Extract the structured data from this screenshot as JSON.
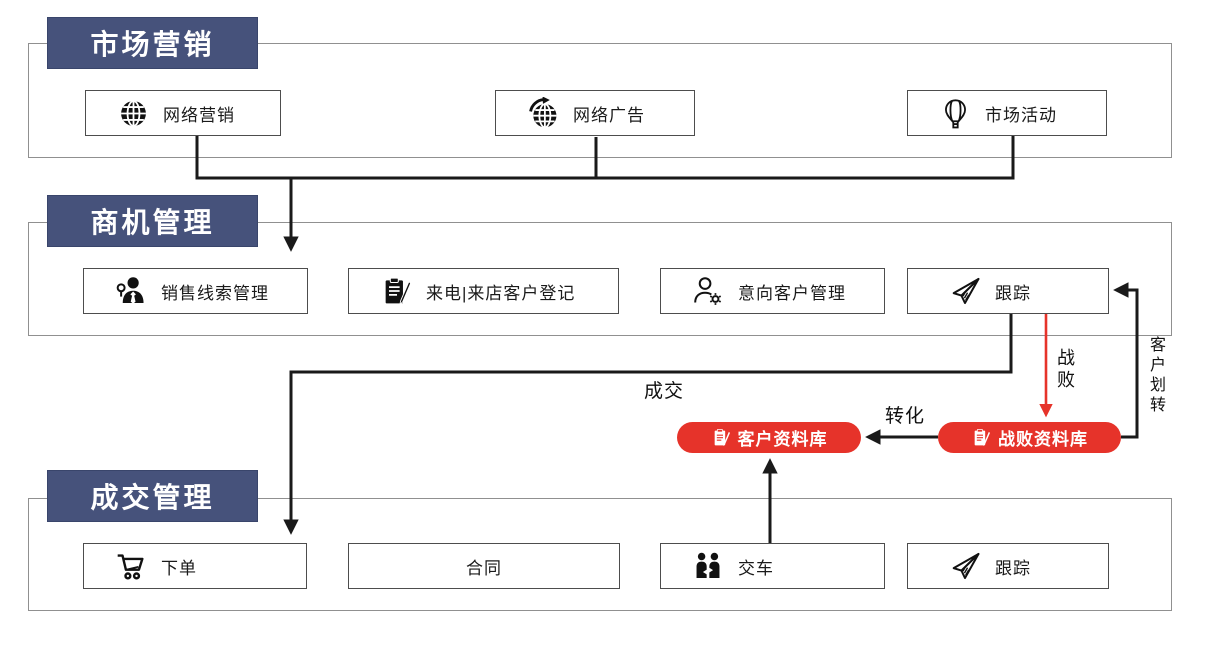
{
  "colors": {
    "header_bg": "#46527B",
    "red": "#E6332A",
    "line": "#1A1A1A",
    "box_border": "#4D4D4D",
    "container_border": "#909090"
  },
  "sections": [
    {
      "title": "市场营销",
      "items": [
        {
          "icon": "globe-icon",
          "label": "网络营销"
        },
        {
          "icon": "globe-refresh-icon",
          "label": "网络广告"
        },
        {
          "icon": "hot-air-balloon-icon",
          "label": "市场活动"
        }
      ]
    },
    {
      "title": "商机管理",
      "items": [
        {
          "icon": "salesman-icon",
          "label": "销售线索管理"
        },
        {
          "icon": "clipboard-pen-icon",
          "label": "来电|来店客户登记"
        },
        {
          "icon": "customer-gear-icon",
          "label": "意向客户管理"
        },
        {
          "icon": "paper-plane-icon",
          "label": "跟踪"
        }
      ]
    },
    {
      "title": "成交管理",
      "items": [
        {
          "icon": "shopping-cart-icon",
          "label": "下单"
        },
        {
          "icon": null,
          "label": "合同"
        },
        {
          "icon": "people-exchange-icon",
          "label": "交车"
        },
        {
          "icon": "paper-plane-icon",
          "label": "跟踪"
        }
      ]
    }
  ],
  "databases": [
    {
      "icon": "clipboard-pen-icon",
      "label": "客户资料库"
    },
    {
      "icon": "clipboard-pen-icon",
      "label": "战败资料库"
    }
  ],
  "flow_labels": {
    "deal": "成交",
    "lost": "战败",
    "convert": "转化",
    "transfer": "客户划转"
  }
}
